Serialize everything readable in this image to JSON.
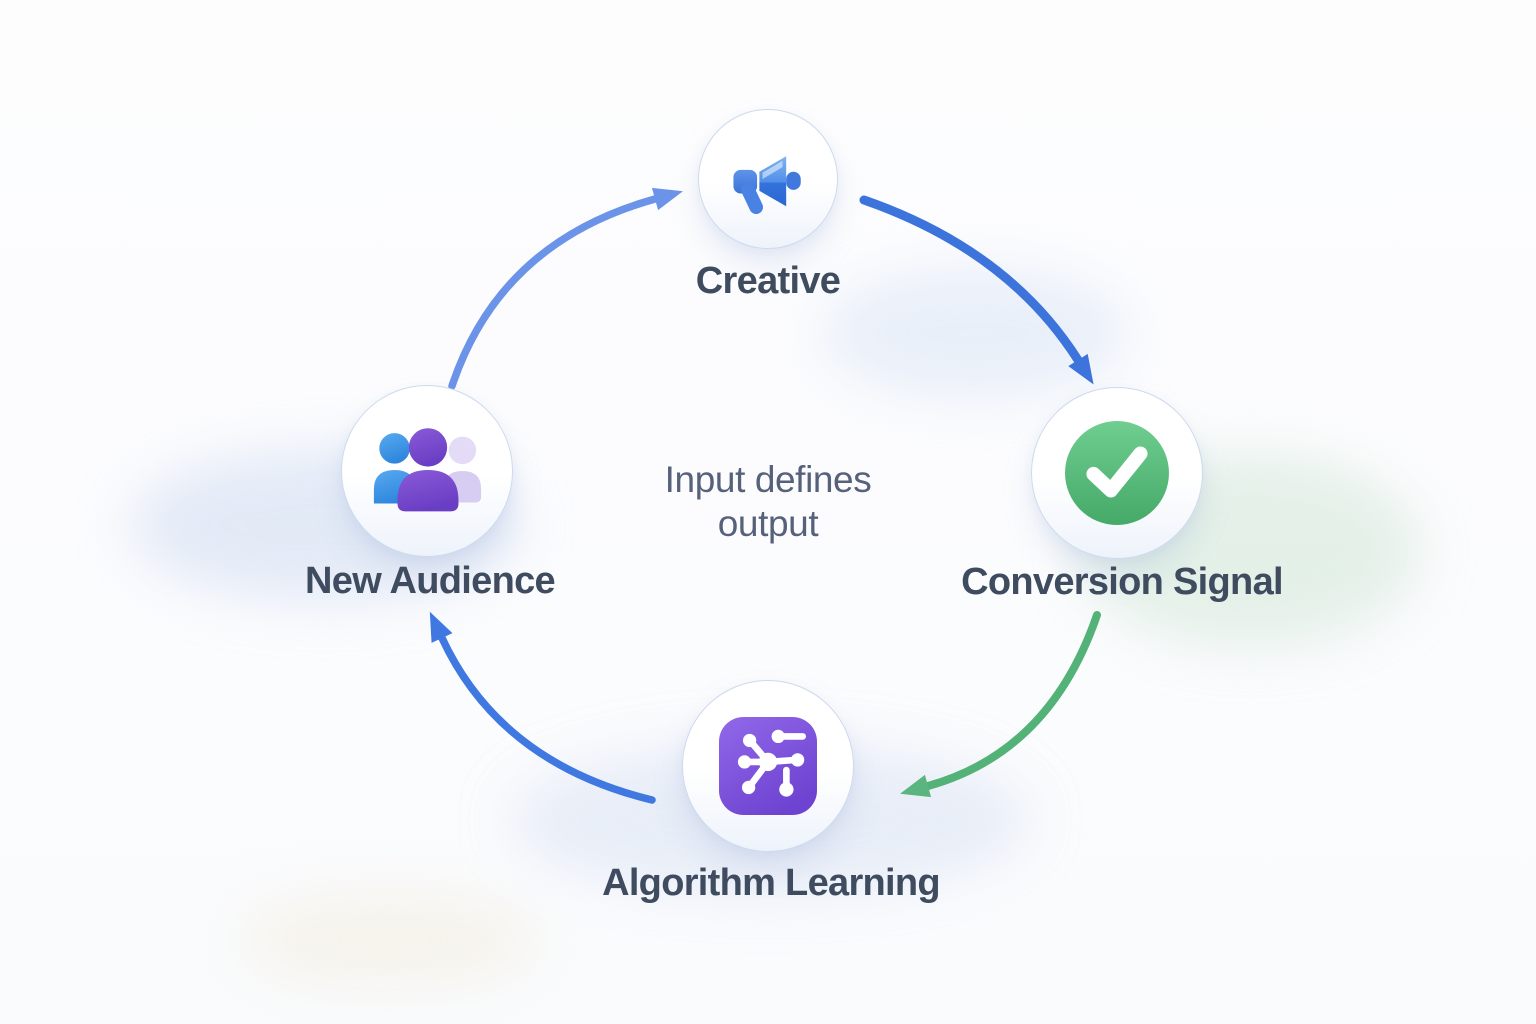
{
  "diagram": {
    "center_text": "Input defines output",
    "nodes": [
      {
        "label": "Creative",
        "icon": "megaphone-icon",
        "accent": "#3b79e1"
      },
      {
        "label": "Conversion Signal",
        "icon": "checkmark-icon",
        "accent": "#55bb7c"
      },
      {
        "label": "Algorithm Learning",
        "icon": "network-icon",
        "accent": "#7d4fd8"
      },
      {
        "label": "New Audience",
        "icon": "people-icon",
        "accent": "#7a52cc"
      }
    ],
    "arrows": [
      {
        "from": "New Audience",
        "to": "Creative",
        "color": "#6b94e8"
      },
      {
        "from": "Creative",
        "to": "Conversion Signal",
        "color": "#3c74dc"
      },
      {
        "from": "Conversion Signal",
        "to": "Algorithm Learning",
        "color": "#53b277"
      },
      {
        "from": "Algorithm Learning",
        "to": "New Audience",
        "color": "#3e78e0"
      }
    ],
    "colors": {
      "background": "#fbfcfe",
      "node_border": "#ccdaee",
      "label_text": "#3f4b5f",
      "center_text": "#56617a",
      "blue_arrow": "#3c74dc",
      "light_blue_arrow": "#6b94e8",
      "green_arrow": "#53b277"
    }
  }
}
